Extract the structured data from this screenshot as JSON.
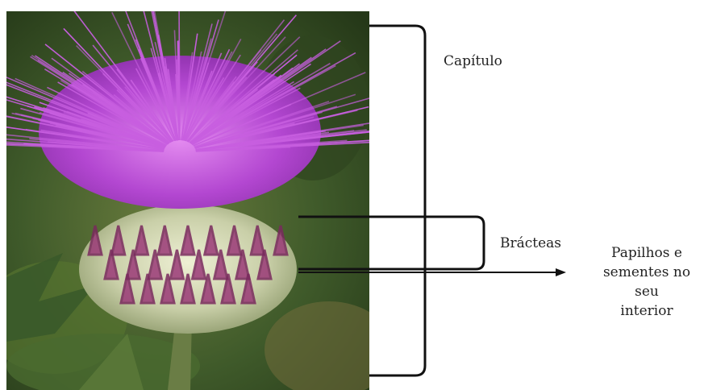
{
  "labels": {
    "capitulo": "Capítulo",
    "bracteas": "Brácteas",
    "papilhos_line1": "Papilhos e",
    "papilhos_line2": "sementes no seu",
    "papilhos_line3": "interior"
  },
  "photo": {
    "subject": "thistle flower head (Cynara)",
    "colors": {
      "background": "#3f5a2a",
      "florets": "#b347d1",
      "bracts": "#c9cfa8",
      "bract_tips": "#7a2a5e"
    }
  },
  "annotation_color": "#111111"
}
